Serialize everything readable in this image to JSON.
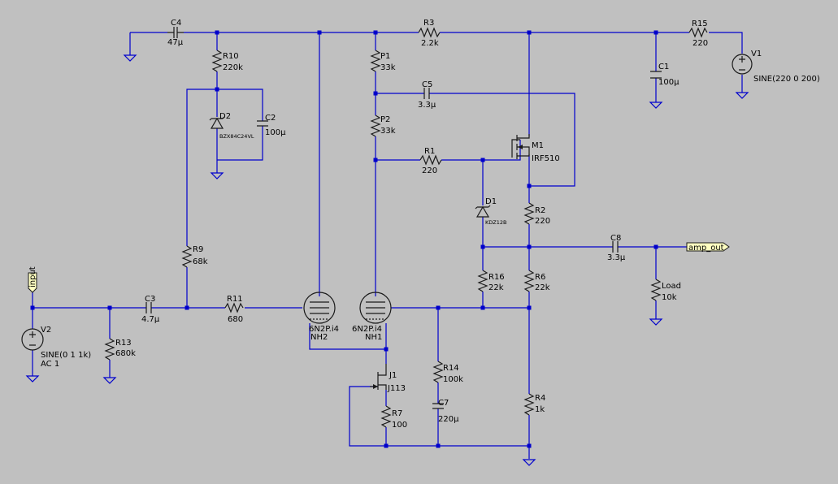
{
  "components": {
    "C4": {
      "name": "C4",
      "value": "47µ"
    },
    "R10": {
      "name": "R10",
      "value": "220k"
    },
    "D2": {
      "name": "D2",
      "value": "BZX84C24VL"
    },
    "C2": {
      "name": "C2",
      "value": "100µ"
    },
    "R3": {
      "name": "R3",
      "value": "2.2k"
    },
    "R15": {
      "name": "R15",
      "value": "220"
    },
    "V1": {
      "name": "V1",
      "value": "SINE(220 0 200)"
    },
    "C1": {
      "name": "C1",
      "value": "100µ"
    },
    "P1": {
      "name": "P1",
      "value": "33k"
    },
    "C5": {
      "name": "C5",
      "value": "3.3µ"
    },
    "P2": {
      "name": "P2",
      "value": "33k"
    },
    "R1": {
      "name": "R1",
      "value": "220"
    },
    "M1": {
      "name": "M1",
      "value": "IRF510"
    },
    "D1": {
      "name": "D1",
      "value": "KDZ12B"
    },
    "R2": {
      "name": "R2",
      "value": "220"
    },
    "C8": {
      "name": "C8",
      "value": "3.3µ"
    },
    "R16": {
      "name": "R16",
      "value": "22k"
    },
    "R6": {
      "name": "R6",
      "value": "22k"
    },
    "Load": {
      "name": "Load",
      "value": "10k"
    },
    "R9": {
      "name": "R9",
      "value": "68k"
    },
    "C3": {
      "name": "C3",
      "value": "4.7µ"
    },
    "R11": {
      "name": "R11",
      "value": "680"
    },
    "R13": {
      "name": "R13",
      "value": "680k"
    },
    "V2": {
      "name": "V2",
      "value": "SINE(0 1 1k)",
      "value2": "AC 1"
    },
    "NH2": {
      "name": "NH2",
      "value": "6N2P.i4"
    },
    "NH1": {
      "name": "NH1",
      "value": "6N2P.i4"
    },
    "J1": {
      "name": "J1",
      "value": "J113"
    },
    "R7": {
      "name": "R7",
      "value": "100"
    },
    "R14": {
      "name": "R14",
      "value": "100k"
    },
    "C7": {
      "name": "C7",
      "value": "220µ"
    },
    "R4": {
      "name": "R4",
      "value": "1k"
    }
  },
  "labels": {
    "input": "input",
    "amp_out": "amp_out"
  },
  "colors": {
    "background": "#c0c0c0",
    "wire": "#0000cc",
    "component": "#1a1a1a"
  }
}
